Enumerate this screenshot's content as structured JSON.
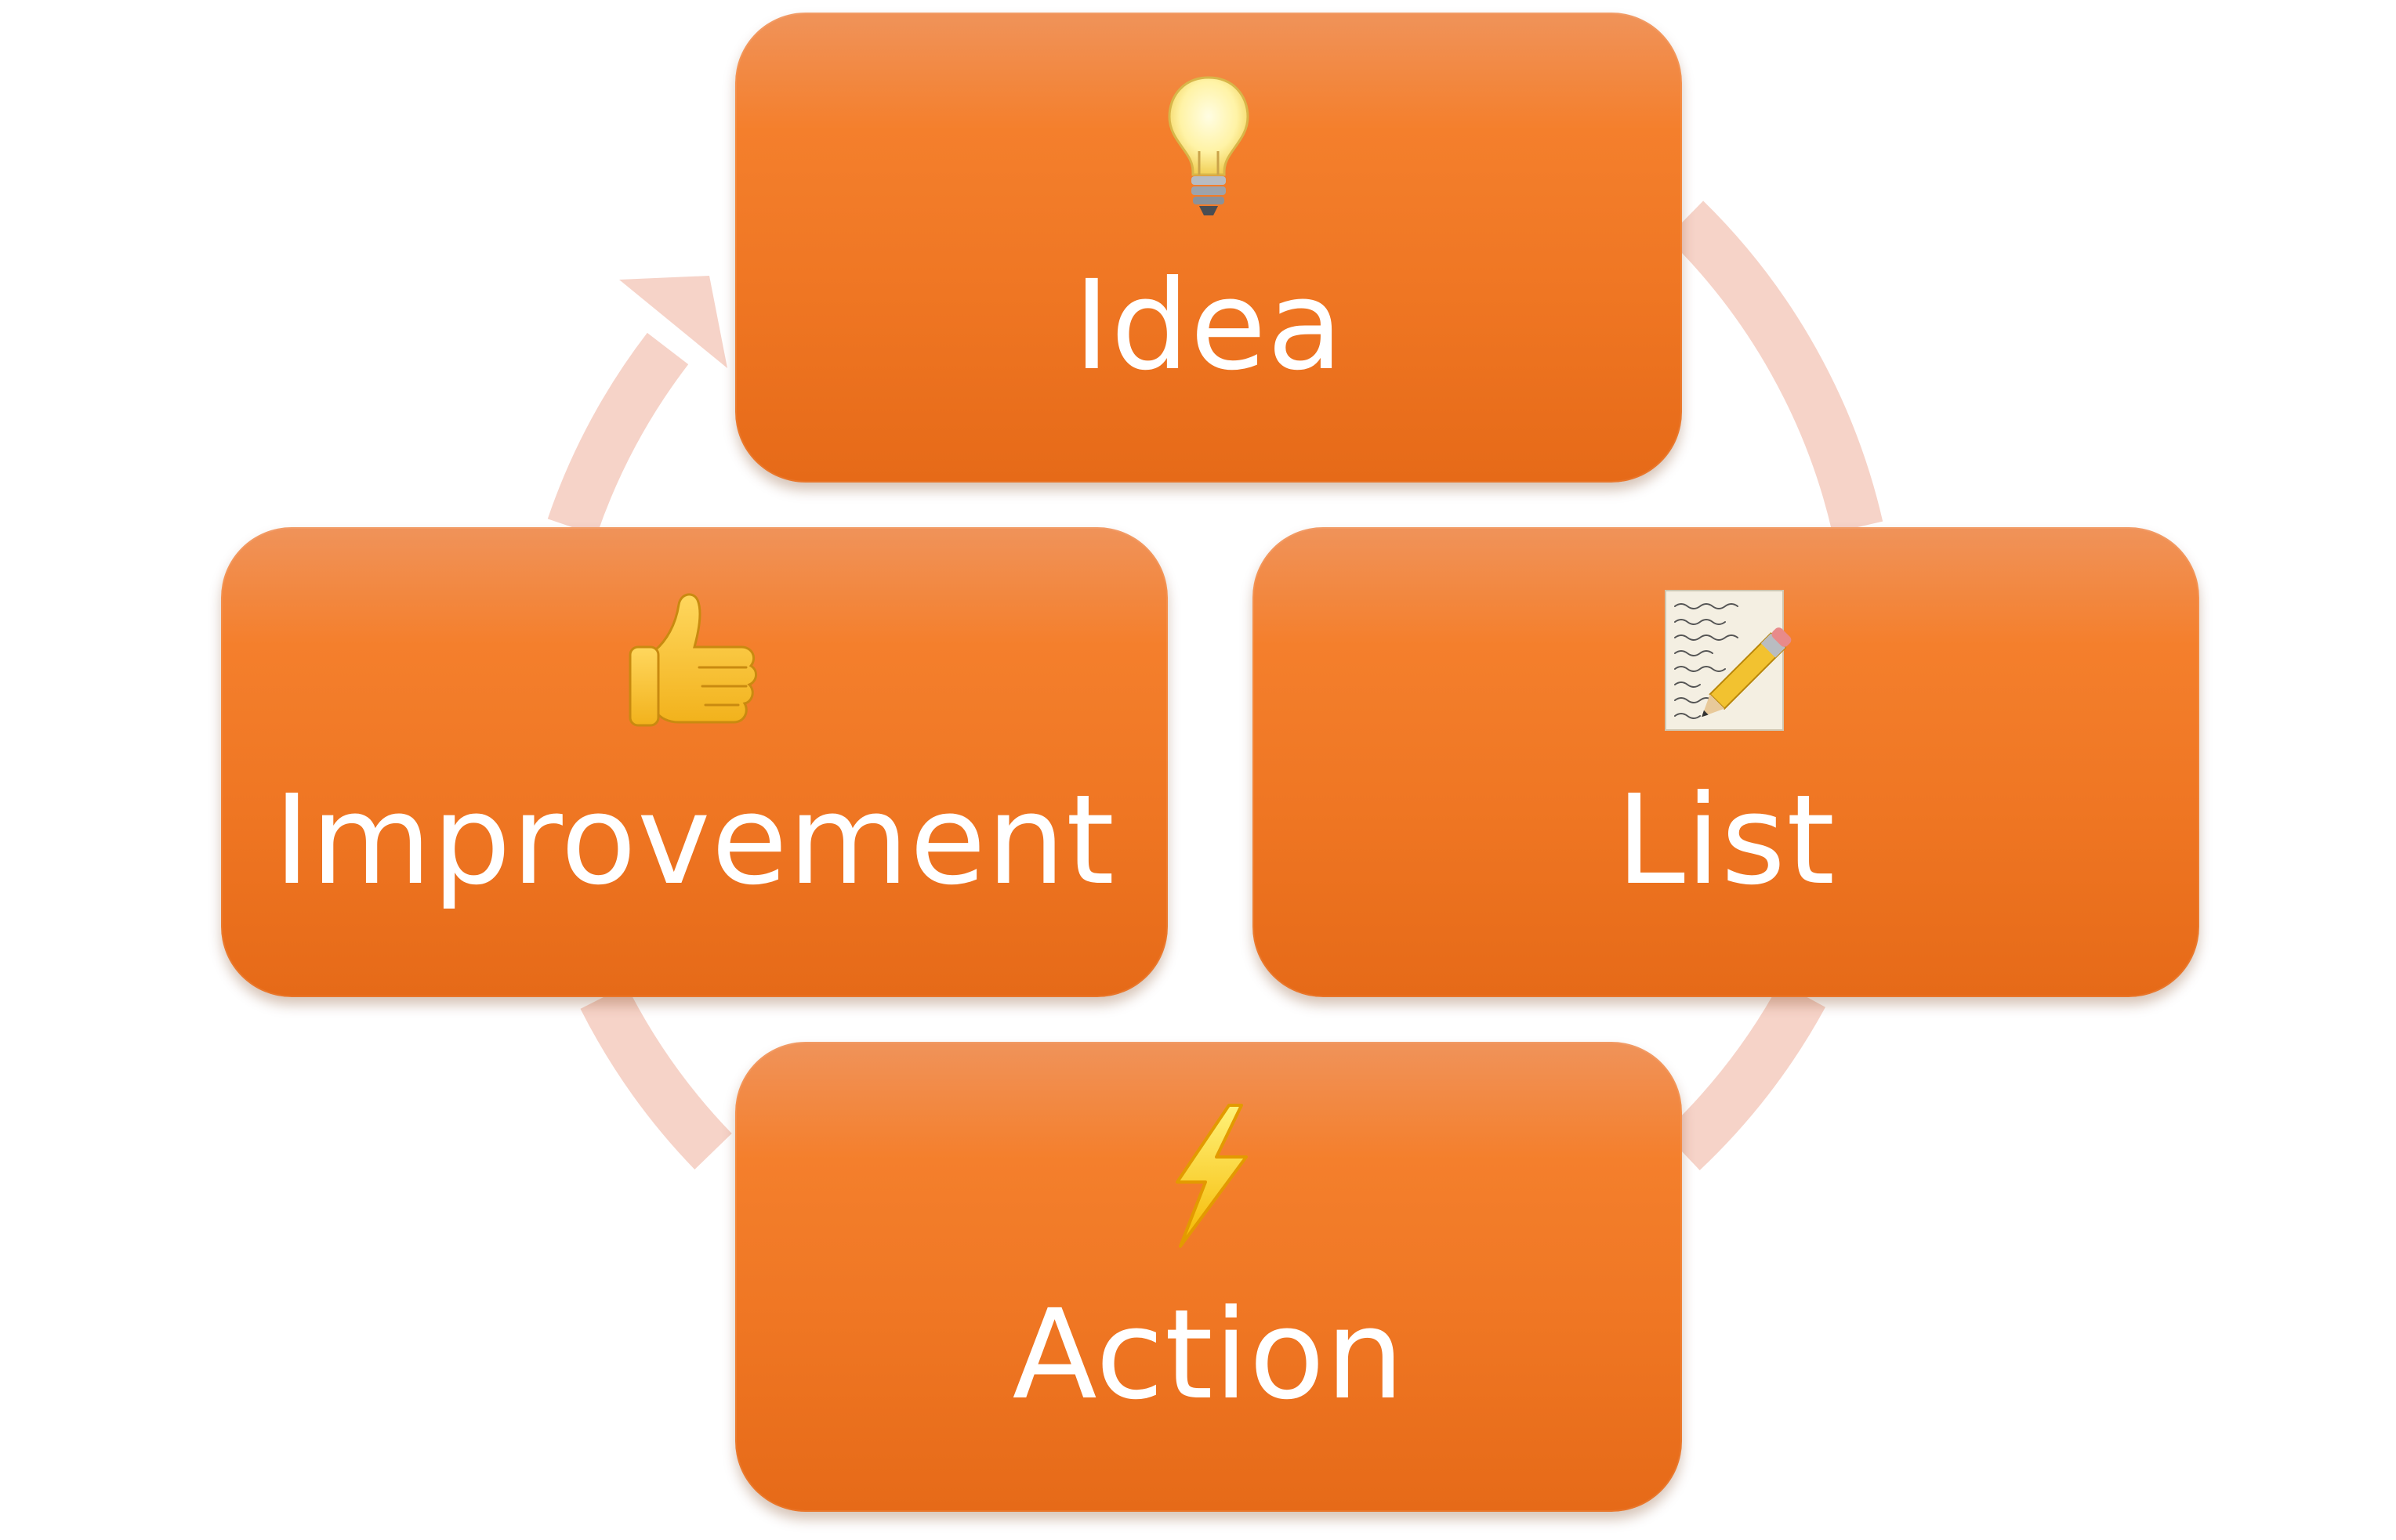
{
  "diagram": {
    "type": "cycle",
    "colors": {
      "box_fill": "#ef7623",
      "box_top": "#f0935a",
      "box_bottom": "#e66a18",
      "label_text": "#ffffff",
      "ring": "#f6d3c8"
    },
    "steps": [
      {
        "label": "Idea",
        "icon": "lightbulb-icon"
      },
      {
        "label": "List",
        "icon": "memo-pencil-icon"
      },
      {
        "label": "Action",
        "icon": "lightning-bolt-icon"
      },
      {
        "label": "Improvement",
        "icon": "thumbs-up-icon"
      }
    ]
  }
}
